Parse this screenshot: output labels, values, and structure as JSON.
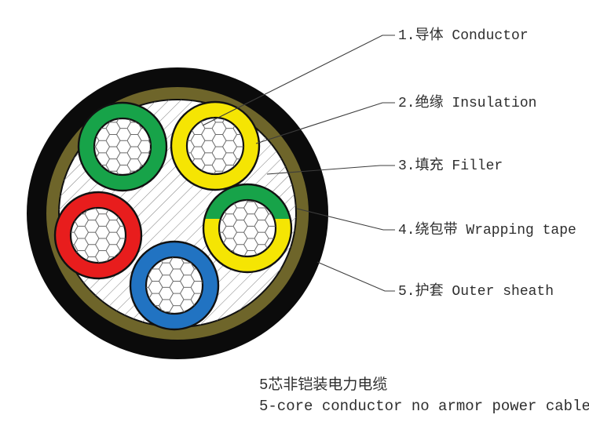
{
  "diagram": {
    "labels": [
      {
        "num": 1,
        "text": "1.导体 Conductor"
      },
      {
        "num": 2,
        "text": "2.绝缘 Insulation"
      },
      {
        "num": 3,
        "text": "3.填充 Filler"
      },
      {
        "num": 4,
        "text": "4.绕包带 Wrapping tape"
      },
      {
        "num": 5,
        "text": "5.护套 Outer sheath"
      }
    ],
    "caption_line1": "5芯非铠装电力电缆",
    "caption_line2": "5-core conductor no armor power cable",
    "colors": {
      "outer_sheath": "#0b0b0b",
      "wrapping_tape": "#6e652a",
      "filler_bg": "#ffffff",
      "core_green": "#17a349",
      "core_yellow": "#f5e503",
      "core_red": "#e81d1d",
      "core_blue": "#2173c2",
      "earth_green": "#17a349",
      "earth_yellow": "#f5e503"
    }
  }
}
